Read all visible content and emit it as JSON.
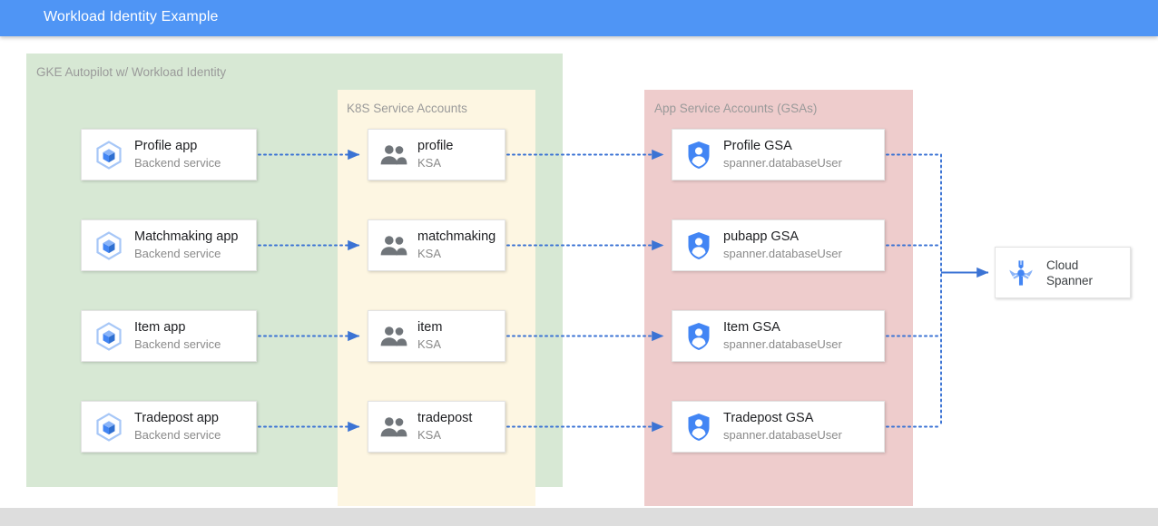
{
  "header": {
    "title": "Workload Identity Example",
    "bar_color": "#4f95f5"
  },
  "groups": {
    "gke": {
      "label": "GKE Autopilot w/ Workload Identity",
      "color": "#d7e8d4"
    },
    "ksa": {
      "label": "K8S Service Accounts",
      "color": "#fdf6e2"
    },
    "gsa": {
      "label": "App Service Accounts (GSAs)",
      "color": "#eecccc"
    }
  },
  "apps": [
    {
      "title": "Profile app",
      "subtitle": "Backend service",
      "icon": "gke-workload-icon"
    },
    {
      "title": "Matchmaking app",
      "subtitle": "Backend service",
      "icon": "gke-workload-icon"
    },
    {
      "title": "Item app",
      "subtitle": "Backend service",
      "icon": "gke-workload-icon"
    },
    {
      "title": "Tradepost app",
      "subtitle": "Backend service",
      "icon": "gke-workload-icon"
    }
  ],
  "ksas": [
    {
      "title": "profile",
      "subtitle": "KSA",
      "icon": "people-icon"
    },
    {
      "title": "matchmaking",
      "subtitle": "KSA",
      "icon": "people-icon"
    },
    {
      "title": "item",
      "subtitle": "KSA",
      "icon": "people-icon"
    },
    {
      "title": "tradepost",
      "subtitle": "KSA",
      "icon": "people-icon"
    }
  ],
  "gsas": [
    {
      "title": "Profile GSA",
      "subtitle": "spanner.databaseUser",
      "icon": "iam-shield-person-icon"
    },
    {
      "title": "pubapp GSA",
      "subtitle": "spanner.databaseUser",
      "icon": "iam-shield-person-icon"
    },
    {
      "title": "Item GSA",
      "subtitle": "spanner.databaseUser",
      "icon": "iam-shield-person-icon"
    },
    {
      "title": "Tradepost GSA",
      "subtitle": "spanner.databaseUser",
      "icon": "iam-shield-person-icon"
    }
  ],
  "database": {
    "title_line1": "Cloud",
    "title_line2": "Spanner",
    "icon": "cloud-spanner-icon"
  },
  "connectors": {
    "line_color": "#3b73d4",
    "style_app_to_ksa": "dotted-arrow",
    "style_ksa_to_gsa": "dotted-arrow",
    "style_gsa_to_spanner": "dotted-bus-to-solid-arrow"
  }
}
